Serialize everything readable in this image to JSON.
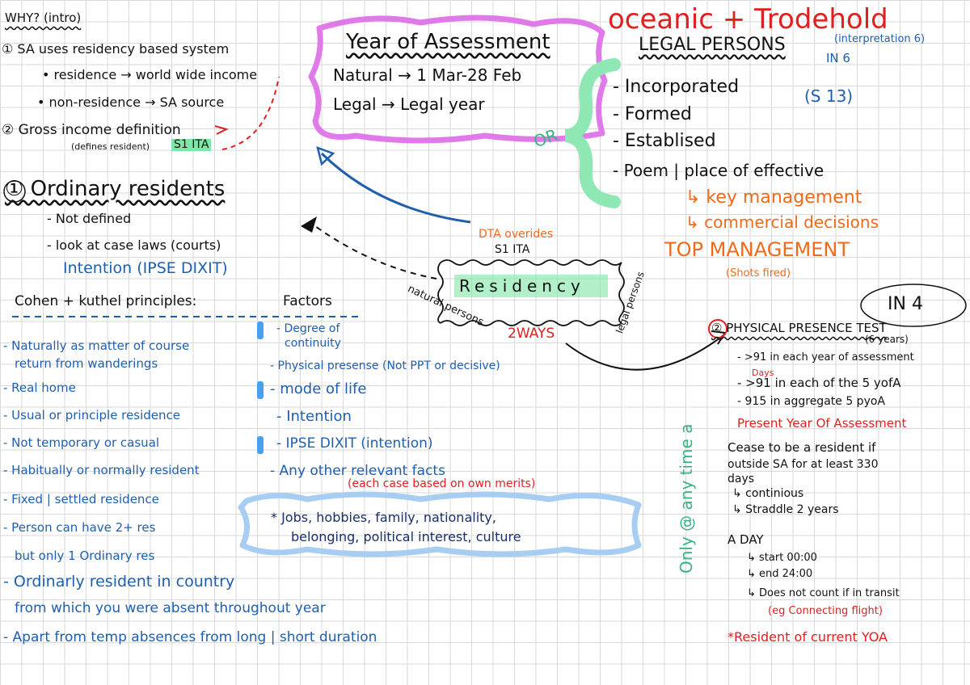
{
  "title": "oceanic + Trodehold",
  "intro": {
    "heading": "WHY? (intro)",
    "item1": "① SA uses residency based system",
    "residence": "• residence → world wide income",
    "non_residence": "• non-residence → SA source",
    "item2": "② Gross income definition",
    "defines": "(defines resident)",
    "s1tta": "S1 ITA"
  },
  "year_of_assessment": {
    "heading": "Year of Assessment",
    "natural": "Natural → 1 Mar-28 Feb",
    "legal": "Legal → Legal year"
  },
  "legal_persons": {
    "heading": "LEGAL PERSONS",
    "interpretation": "(interpretation 6)",
    "in6": "IN 6",
    "items": [
      "- Incorporated",
      "- Formed",
      "- Establised",
      "- Poem | place of effective"
    ],
    "s13": "(S 13)",
    "or": "OR",
    "key_management": "↳ key management",
    "commercial_decisions": "↳ commercial decisions",
    "top_management": "TOP MANAGEMENT",
    "shots_fired": "(Shots fired)"
  },
  "ordinary": {
    "heading": "① Ordinary residents",
    "not_defined": "- Not defined",
    "case_laws": "- look at case laws (courts)",
    "intention": "Intention (IPSE DIXIT)",
    "cohen": "Cohen + kuthel principles:",
    "factors_label": "Factors",
    "left_list": [
      "- Naturally as matter of course",
      "return from wanderings",
      "- Real home",
      "- Usual or principle residence",
      "- Not temporary or casual",
      "- Habitually or normally resident",
      "- Fixed | settled residence",
      "- Person can have 2+ res",
      "but only 1 Ordinary res"
    ],
    "bottom_list": [
      "- Ordinarly resident in country",
      "from which you were absent throughout year",
      "- Apart from temp absences from long | short duration"
    ],
    "factors": [
      "- Degree of",
      "continuity",
      "- Physical presense (Not PPT or decisive)",
      "- mode of life",
      "- Intention",
      "- IPSE DIXIT (intention)",
      "- Any other relevant facts"
    ],
    "merits": "(each case based on own merits)",
    "jobs": "* Jobs, hobbies, family, nationality,",
    "belonging": "belonging, political interest, culture"
  },
  "residency": {
    "dta": "DTA overides",
    "s1": "S1 ITA",
    "label": "Residency",
    "natural": "natural persons",
    "legal": "legal persons",
    "two_ways": "2WAYS"
  },
  "physical": {
    "heading": "② PHYSICAL PRESENCE TEST",
    "in4": "IN 4",
    "years": "(6 years)",
    "rule1": "- >91 in each year of assessment",
    "days": "Days",
    "rule2": "- >91 in each of the 5 yofA",
    "rule3": "- 915 in aggregate 5 pyoA",
    "present": "Present Year Of Assessment",
    "only": "Only @ any time a",
    "cease1": "Cease to be a resident if",
    "cease2": "outside SA for at least 330",
    "cease3": "days",
    "continuous": "↳ continious",
    "straddle": "↳ Straddle 2 years",
    "a_day": "A DAY",
    "start": "↳ start 00:00",
    "end": "↳ end 24:00",
    "transit": "↳ Does not count if in transit",
    "eg": "(eg Connecting flight)",
    "current": "*Resident of current YOA"
  },
  "colors": {
    "pink": "#e07ae8",
    "green_bracket": "#8fe8b4",
    "blue_cloud": "#a8cdf2",
    "ink_blue": "#1f5fae",
    "ink_red": "#e02020",
    "ink_orange": "#f06a1a"
  }
}
